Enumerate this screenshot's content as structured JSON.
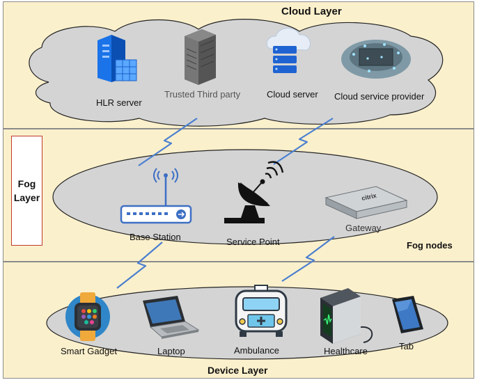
{
  "layers": {
    "cloud": "Cloud Layer",
    "fog_line1": "Fog",
    "fog_line2": "Layer",
    "fog_nodes": "Fog nodes",
    "device": "Device Layer"
  },
  "cloud_nodes": [
    {
      "label": "HLR server",
      "icon": "server-cube-icon"
    },
    {
      "label": "Trusted Third party",
      "icon": "tower-server-icon"
    },
    {
      "label": "Cloud server",
      "icon": "cloud-database-icon"
    },
    {
      "label": "Cloud service provider",
      "icon": "network-cloud-icon"
    }
  ],
  "fog_nodes": [
    {
      "label": "Base Station",
      "icon": "router-icon"
    },
    {
      "label": "Service Point",
      "icon": "satellite-dish-icon"
    },
    {
      "label": "Gateway",
      "icon": "gateway-device-icon"
    }
  ],
  "devices": [
    {
      "label": "Smart Gadget",
      "icon": "smartwatch-icon"
    },
    {
      "label": "Laptop",
      "icon": "laptop-icon"
    },
    {
      "label": "Ambulance",
      "icon": "ambulance-icon"
    },
    {
      "label": "Healthcare",
      "icon": "health-monitor-icon"
    },
    {
      "label": "Tab",
      "icon": "tablet-icon"
    }
  ],
  "gateway_brand": "citrix",
  "colors": {
    "band": "#fbf0cc",
    "cloud_fill": "#d4d4d4",
    "fog_box_border": "#c0392b",
    "link": "#4a7fd0"
  }
}
